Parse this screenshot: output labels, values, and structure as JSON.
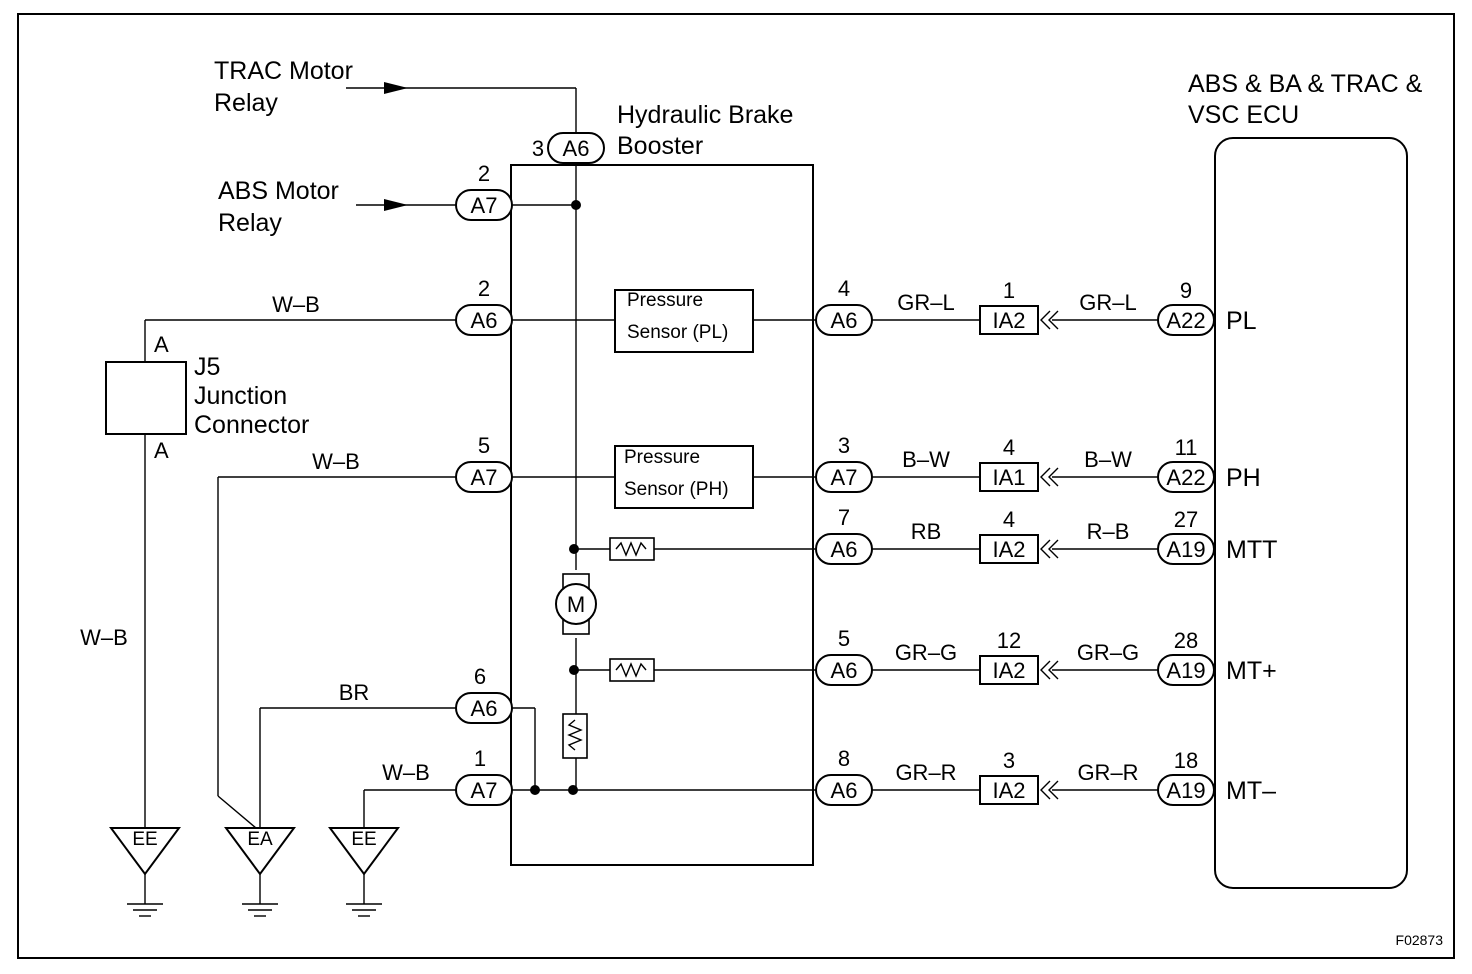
{
  "labels": {
    "trac_relay_1": "TRAC Motor",
    "trac_relay_2": "Relay",
    "abs_relay_1": "ABS Motor",
    "abs_relay_2": "Relay",
    "booster_1": "Hydraulic Brake",
    "booster_2": "Booster",
    "ecu_1": "ABS & BA & TRAC &",
    "ecu_2": "VSC ECU",
    "j5_1": "J5",
    "j5_2": "Junction",
    "j5_3": "Connector",
    "j5_pin_top": "A",
    "j5_pin_bottom": "A",
    "figure_code": "F02873"
  },
  "sensors": {
    "pl_1": "Pressure",
    "pl_2": "Sensor (PL)",
    "ph_1": "Pressure",
    "ph_2": "Sensor (PH)"
  },
  "motor_label": "M",
  "left_connectors": {
    "trac_pin": "3",
    "trac_conn": "A6",
    "abs_pin": "2",
    "abs_conn": "A7",
    "pl_pin": "2",
    "pl_conn": "A6",
    "ph_pin": "5",
    "ph_conn": "A7",
    "br_pin": "6",
    "br_conn": "A6",
    "wb_pin": "1",
    "wb_conn": "A7"
  },
  "left_wires": {
    "pl_wire": "W–B",
    "ph_wire": "W–B",
    "br_wire": "BR",
    "ee_wire": "W–B",
    "vertical_wire": "W–B"
  },
  "grounds": {
    "g1": "EE",
    "g2": "EA",
    "g3": "EE"
  },
  "rows": [
    {
      "pin": "4",
      "conn": "A6",
      "wire_left": "GR–L",
      "jc_pin": "1",
      "jc": "IA2",
      "wire_right": "GR–L",
      "ecu_pin": "9",
      "ecu_conn": "A22",
      "terminal": "PL"
    },
    {
      "pin": "3",
      "conn": "A7",
      "wire_left": "B–W",
      "jc_pin": "4",
      "jc": "IA1",
      "wire_right": "B–W",
      "ecu_pin": "11",
      "ecu_conn": "A22",
      "terminal": "PH"
    },
    {
      "pin": "7",
      "conn": "A6",
      "wire_left": "RB",
      "jc_pin": "4",
      "jc": "IA2",
      "wire_right": "R–B",
      "ecu_pin": "27",
      "ecu_conn": "A19",
      "terminal": "MTT"
    },
    {
      "pin": "5",
      "conn": "A6",
      "wire_left": "GR–G",
      "jc_pin": "12",
      "jc": "IA2",
      "wire_right": "GR–G",
      "ecu_pin": "28",
      "ecu_conn": "A19",
      "terminal": "MT+"
    },
    {
      "pin": "8",
      "conn": "A6",
      "wire_left": "GR–R",
      "jc_pin": "3",
      "jc": "IA2",
      "wire_right": "GR–R",
      "ecu_pin": "18",
      "ecu_conn": "A19",
      "terminal": "MT–"
    }
  ]
}
